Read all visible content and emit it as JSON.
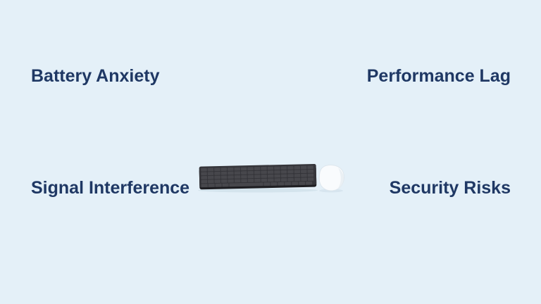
{
  "slide": {
    "background_color": "#e4f0f8",
    "text_color": "#1f3864",
    "labels": {
      "top_left": "Battery Anxiety",
      "top_right": "Performance Lag",
      "bottom_left": "Signal Interference",
      "bottom_right": "Security Risks"
    },
    "center_image": {
      "name": "wireless-keyboard-and-mouse",
      "keyboard_body_color": "#35353a",
      "keyboard_base_color": "#1e1e22",
      "keyboard_key_color": "#47474c",
      "mouse_color": "#f9fbfd",
      "mouse_outline_color": "#dde6ed",
      "mouse_shading_color": "#e7edf2",
      "shadow_color": "#c2d5e0"
    }
  }
}
